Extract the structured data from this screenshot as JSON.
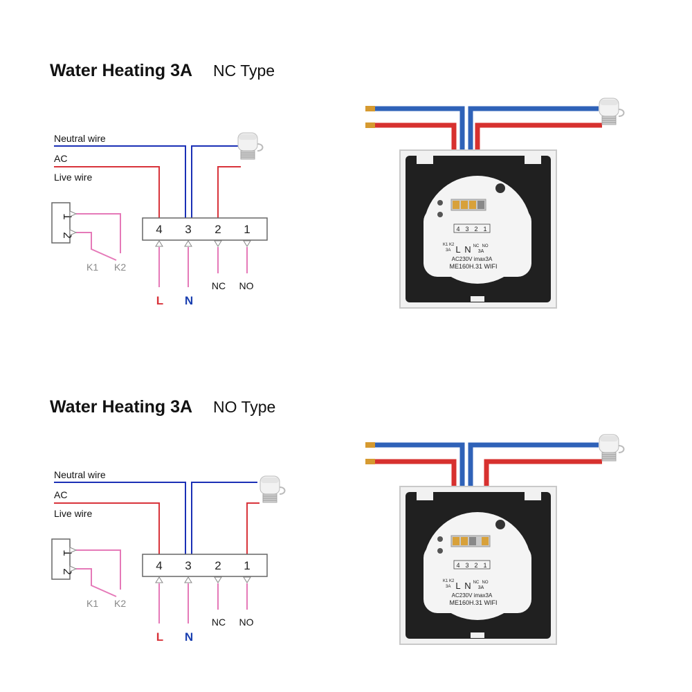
{
  "sections": [
    {
      "title": "Water Heating 3A",
      "subtitle": "NC Type",
      "neutral_label": "Neutral wire",
      "ac_label": "AC",
      "live_label": "Live wire",
      "terminals": [
        "4",
        "3",
        "2",
        "1"
      ],
      "sensor_pins": [
        "1",
        "2"
      ],
      "k_labels": [
        "K1",
        "K2"
      ],
      "outputs": [
        "NC",
        "NO"
      ],
      "l_label": "L",
      "n_label": "N",
      "device": {
        "terms": [
          "4",
          "3",
          "2",
          "1"
        ],
        "k": "K1  K2",
        "amp1": "3A",
        "l": "L",
        "n": "N",
        "nc": "NC",
        "no": "NO",
        "amp2": "3A",
        "rating": "AC230V imax3A",
        "model": "ME160H.31 WIFI"
      }
    },
    {
      "title": "Water Heating 3A",
      "subtitle": "NO Type",
      "neutral_label": "Neutral wire",
      "ac_label": "AC",
      "live_label": "Live wire",
      "terminals": [
        "4",
        "3",
        "2",
        "1"
      ],
      "sensor_pins": [
        "1",
        "2"
      ],
      "k_labels": [
        "K1",
        "K2"
      ],
      "outputs": [
        "NC",
        "NO"
      ],
      "l_label": "L",
      "n_label": "N",
      "device": {
        "terms": [
          "4",
          "3",
          "2",
          "1"
        ],
        "k": "K1  K2",
        "amp1": "3A",
        "l": "L",
        "n": "N",
        "nc": "NC",
        "no": "NO",
        "amp2": "3A",
        "rating": "AC230V imax3A",
        "model": "ME160H.31 WIFI"
      }
    }
  ],
  "colors": {
    "neutral": "#1a2fb5",
    "live": "#d8333a",
    "sensor": "#e579b8",
    "L": "#d8333a",
    "N": "#1a3fb0",
    "device_body": "#222222",
    "blue_wire": "#2f62b8",
    "red_wire": "#d7312f"
  }
}
